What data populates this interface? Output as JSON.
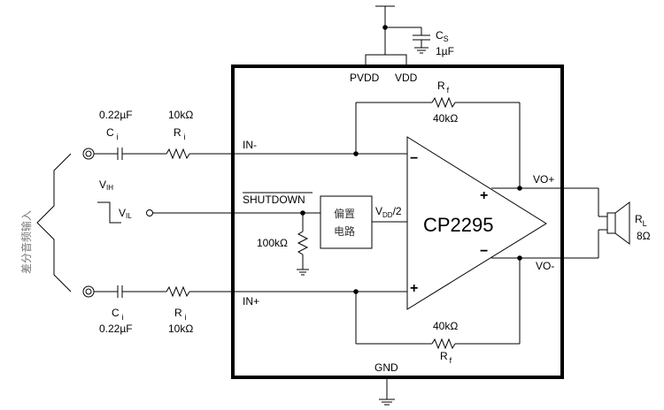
{
  "diagram": {
    "title": "CP2295 differential input application circuit",
    "chip": {
      "name": "CP2295",
      "pins": {
        "pvdd": "PVDD",
        "vdd": "VDD",
        "in_minus": "IN-",
        "in_plus": "IN+",
        "shutdown": "SHUTDOWN",
        "vo_plus": "VO+",
        "vo_minus": "VO-",
        "gnd": "GND"
      },
      "opamp_minus_sign": "−",
      "opamp_plus_sign": "+",
      "output_plus_sign": "+",
      "output_minus_sign": "−",
      "bias_block": {
        "line1": "偏置",
        "line2": "电路"
      },
      "vdd_half": {
        "main": "V",
        "sub": "DD",
        "suffix": "/2"
      },
      "pulldown_resistor": "100kΩ"
    },
    "supply_cap": {
      "name_main": "C",
      "name_sub": "S",
      "value": "1µF"
    },
    "input_top": {
      "cap_value": "0.22µF",
      "cap_main": "C",
      "cap_sub": "i",
      "res_value": "10kΩ",
      "res_main": "R",
      "res_sub": "i"
    },
    "input_bottom": {
      "cap_value": "0.22µF",
      "cap_main": "C",
      "cap_sub": "i",
      "res_value": "10kΩ",
      "res_main": "R",
      "res_sub": "i"
    },
    "feedback_top": {
      "name_main": "R",
      "name_sub": "f",
      "value": "40kΩ"
    },
    "feedback_bottom": {
      "name_main": "R",
      "name_sub": "f",
      "value": "40kΩ"
    },
    "load": {
      "name_main": "R",
      "name_sub": "L",
      "value": "8Ω"
    },
    "shutdown_signal": {
      "high_main": "V",
      "high_sub": "IH",
      "low_main": "V",
      "low_sub": "IL"
    },
    "differential_input_label": "差分音频输入"
  }
}
